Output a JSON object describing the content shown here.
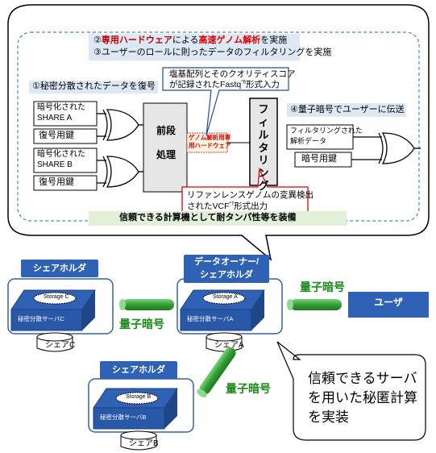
{
  "top_section": {
    "steps": {
      "line2_prefix": "②",
      "line2_part1": "専用ハードウェア",
      "line2_part2": "による",
      "line2_part3": "高速ゲノム解析",
      "line2_part4": "を実施",
      "line3": "③ユーザーのロールに則ったデータのフィルタリングを実施",
      "step1": "①秘密分散されたデータを復号",
      "step4": "④量子暗号でユーザーに伝送"
    },
    "callout_fastq": {
      "line1": "塩基配列とそのクオリティスコア",
      "line2_pre": "が記録されたFastq",
      "line2_sup": "*6",
      "line2_post": "形式入力"
    },
    "callout_vcf": {
      "line1": "リファンレンスゲノムの変異検出",
      "line2_pre": "されたVCF",
      "line2_sup": "*7",
      "line2_post": "形式出力"
    },
    "inputs": {
      "share_a_line1": "暗号化された",
      "share_a_line2": "SHARE A",
      "key_a": "復号用鍵",
      "share_b_line1": "暗号化された",
      "share_b_line2": "SHARE B",
      "key_b": "復号用鍵"
    },
    "preprocess_line1": "前段",
    "preprocess_line2": "処理",
    "genome_hw_line1": "ゲノム解析用専",
    "genome_hw_line2": "用ハードウェア",
    "filtering": "フィルタリング",
    "outputs": {
      "filtered_line1": "フィルタリングされた",
      "filtered_line2": "解析データ",
      "key": "暗号用鍵"
    },
    "bottom_banner": "信頼できる計算機として耐タンパ性等を装備"
  },
  "bottom_section": {
    "holder_left": "シェアホルダ",
    "holder_center_line1": "データオーナー/",
    "holder_center_line2": "シェアホルダ",
    "holder_bottom": "シェアホルダ",
    "storage_c": "Storage C",
    "storage_a": "Storage A",
    "storage_b": "Storage B",
    "server_c": "秘密分散サーバC",
    "server_a": "秘密分散サーバA",
    "server_b": "秘密分散サーバB",
    "share_c": "シェアC",
    "share_a": "シェアA",
    "share_b": "シェアB",
    "quantum_1": "量子暗号",
    "quantum_2": "量子暗号",
    "quantum_3": "量子暗号",
    "user": "ユーザ",
    "trusted_line1": "信頼できるサーバ",
    "trusted_line2": "を用いた秘匿計算",
    "trusted_line3": "を実装"
  },
  "colors": {
    "blue_header": "#2f62b4",
    "quantum_green": "#1b8a1b",
    "pipe_green": "#3aa63a",
    "server_blue": "#2f62b4",
    "highlight_red": "#e30000",
    "banner_green_bg": "#e2efd9"
  }
}
